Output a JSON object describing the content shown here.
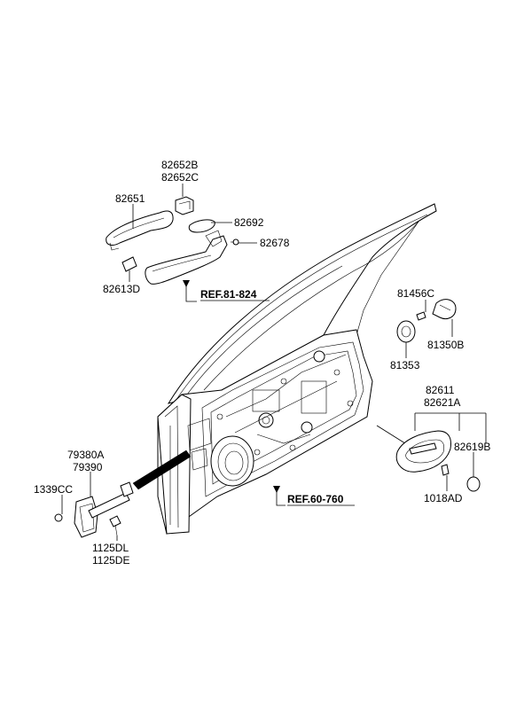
{
  "parts": {
    "p82652B": "82652B",
    "p82652C": "82652C",
    "p82651": "82651",
    "p82692": "82692",
    "p82678": "82678",
    "p82613D": "82613D",
    "p81456C": "81456C",
    "p81350B": "81350B",
    "p81353": "81353",
    "p82611": "82611",
    "p82621A": "82621A",
    "p82619B": "82619B",
    "p1018AD": "1018AD",
    "p79380A": "79380A",
    "p79390": "79390",
    "p1339CC": "1339CC",
    "p1125DL": "1125DL",
    "p1125DE": "1125DE"
  },
  "refs": {
    "r81": "REF.81-824",
    "r60": "REF.60-760"
  }
}
